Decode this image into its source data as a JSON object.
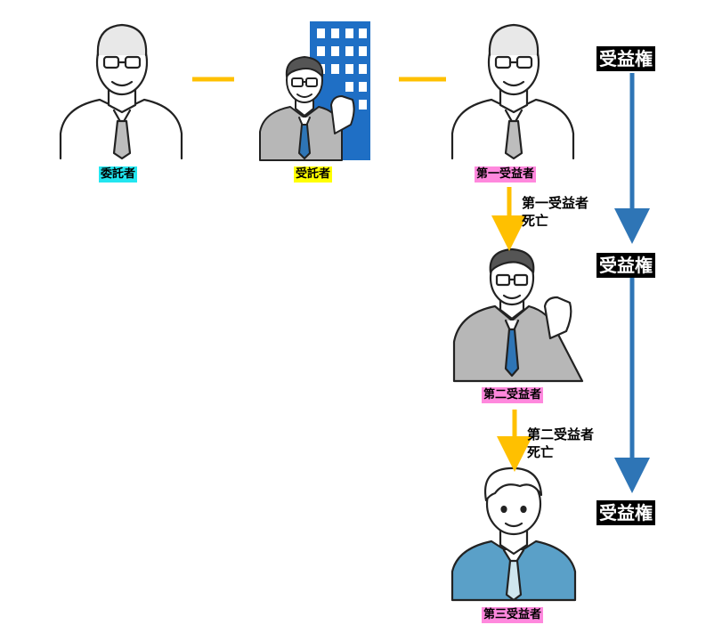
{
  "roles": {
    "settlor": "委託者",
    "trustee": "受託者",
    "beneficiary1": "第一受益者",
    "beneficiary2": "第二受益者",
    "beneficiary3": "第三受益者"
  },
  "badges": {
    "b1": "受益権",
    "b2": "受益権",
    "b3": "受益権"
  },
  "events": {
    "death1_line1": "第一受益者",
    "death1_line2": "死亡",
    "death2_line1": "第二受益者",
    "death2_line2": "死亡"
  },
  "colors": {
    "settlor_label_bg": "#22e6f0",
    "trustee_label_bg": "#ffff00",
    "beneficiary_label_bg": "#ff88dd",
    "connector": "#ffc000",
    "rights_arrow": "#2e75b6",
    "building": "#1f6fc5",
    "suit_gray": "#b7b7b7",
    "suit_blue": "#5aa0c8"
  }
}
